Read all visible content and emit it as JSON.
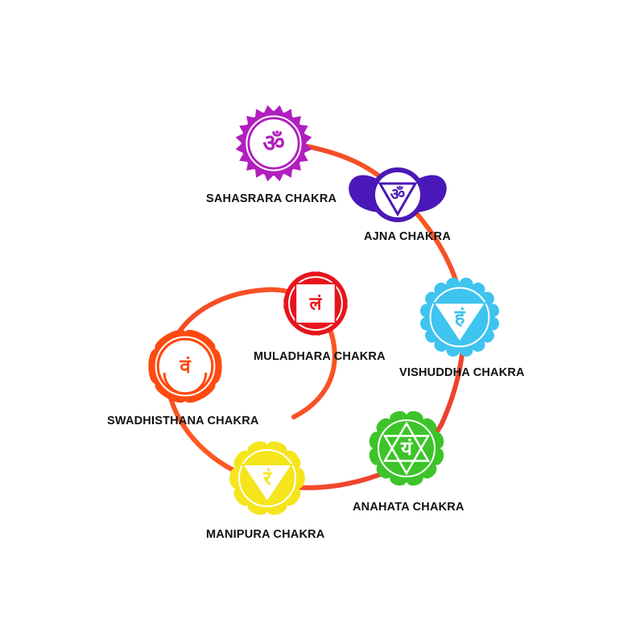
{
  "colors": {
    "path_red": "#e53935",
    "path_orange": "#ff6d00",
    "background": "#ffffff"
  },
  "chakras": [
    {
      "id": "sahasrara",
      "label": "SAHASRARA CHAKRA",
      "color": "#b11fbf",
      "symbol": "ॐ"
    },
    {
      "id": "ajna",
      "label": "AJNA CHAKRA",
      "color": "#4a18b8",
      "symbol": "ॐ"
    },
    {
      "id": "vishuddha",
      "label": "VISHUDDHA CHAKRA",
      "color": "#3fc3ef",
      "symbol": "हं"
    },
    {
      "id": "anahata",
      "label": "ANAHATA CHAKRA",
      "color": "#3cc42a",
      "symbol": "यं"
    },
    {
      "id": "manipura",
      "label": "MANIPURA CHAKRA",
      "color": "#f5e51d",
      "symbol": "रं"
    },
    {
      "id": "swadhisthana",
      "label": "SWADHISTHANA CHAKRA",
      "color": "#ff4a10",
      "symbol": "वं"
    },
    {
      "id": "muladhara",
      "label": "MULADHARA CHAKRA",
      "color": "#e8141c",
      "symbol": "लं"
    }
  ]
}
